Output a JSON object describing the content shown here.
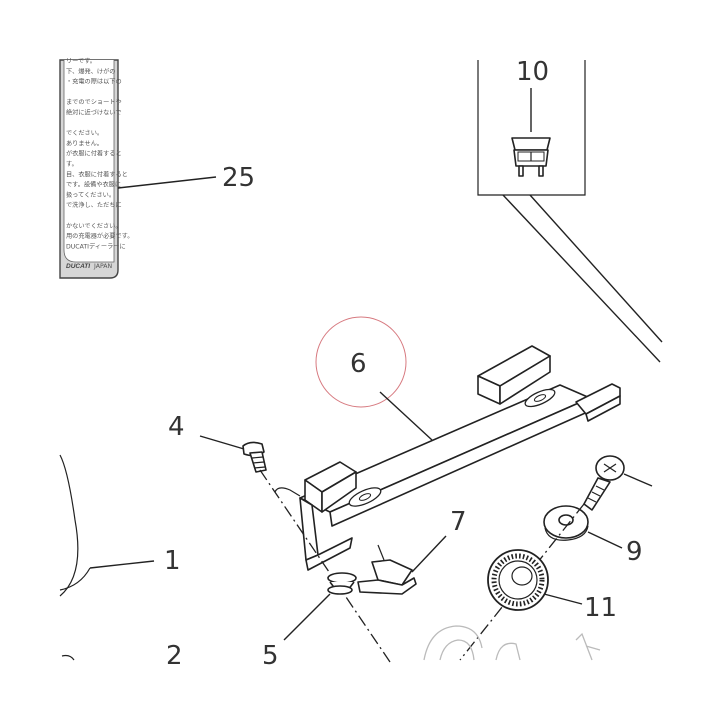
{
  "callouts": {
    "c1": "1",
    "c2": "2",
    "c4": "4",
    "c5": "5",
    "c6": "6",
    "c7": "7",
    "c9": "9",
    "c10": "10",
    "c11": "11",
    "c25": "25"
  },
  "warning_label": {
    "lines": [
      "リーです。",
      "下、爆発、けがの",
      "・充電の際は以下の",
      "",
      "までのでショートや",
      "絶対に近づけないで",
      "",
      "でください。",
      "ありません。",
      "が衣服に付着すると",
      "す。",
      "目、衣服に付着すると",
      "です。設備や衣服に",
      "扱ってください。",
      "で洗浄し、ただちに",
      "",
      "かないでください。",
      "用の充電器が必要です。",
      "DUCATIディーラーに"
    ],
    "brand": "DUCATI",
    "brand_suffix": "JAPAN"
  },
  "colors": {
    "line": "#222222",
    "callout_text": "#333333",
    "highlight_circle": "#d77a80",
    "label_fill": "#d6d6d6",
    "ghost": "#bbbbbb"
  }
}
